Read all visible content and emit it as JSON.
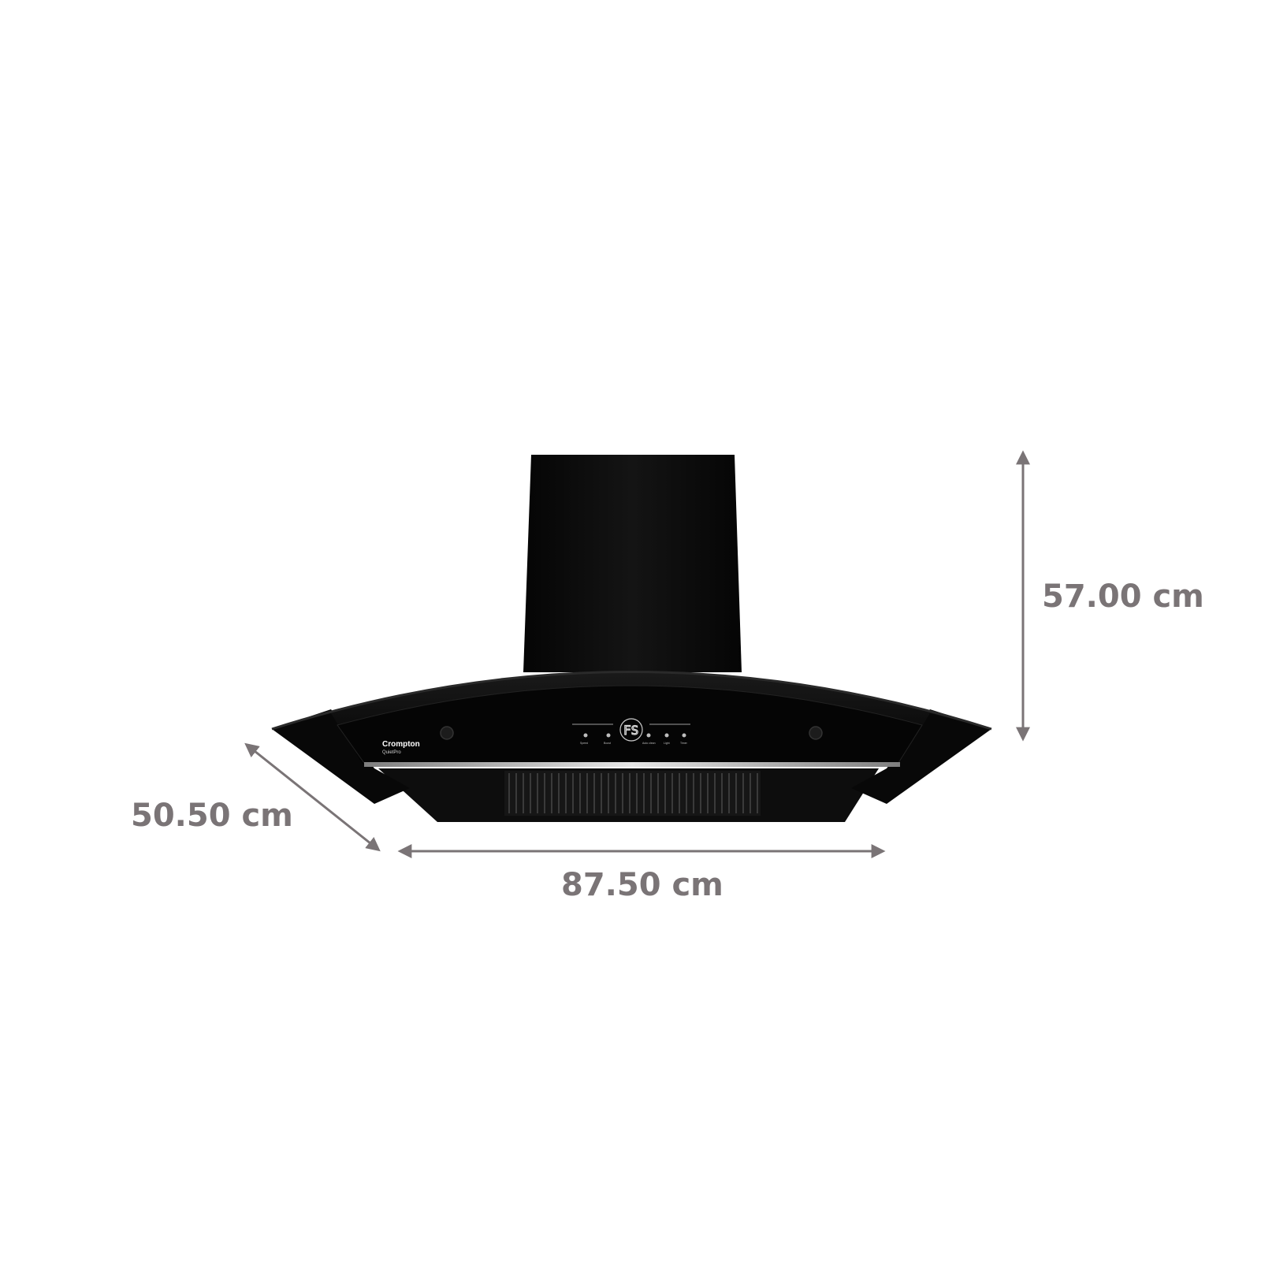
{
  "product": {
    "brand": "Crompton",
    "model": "QuietPro",
    "display_readout": "FS",
    "controls": [
      "Speed",
      "Boost",
      "Auto clean",
      "Light",
      "Timer"
    ]
  },
  "dimensions": {
    "height_label": "57.00 cm",
    "depth_label": "50.50 cm",
    "width_label": "87.50 cm"
  },
  "colors": {
    "background": "#ffffff",
    "hood": "#0a0a0a",
    "dimension": "#7a7476"
  }
}
